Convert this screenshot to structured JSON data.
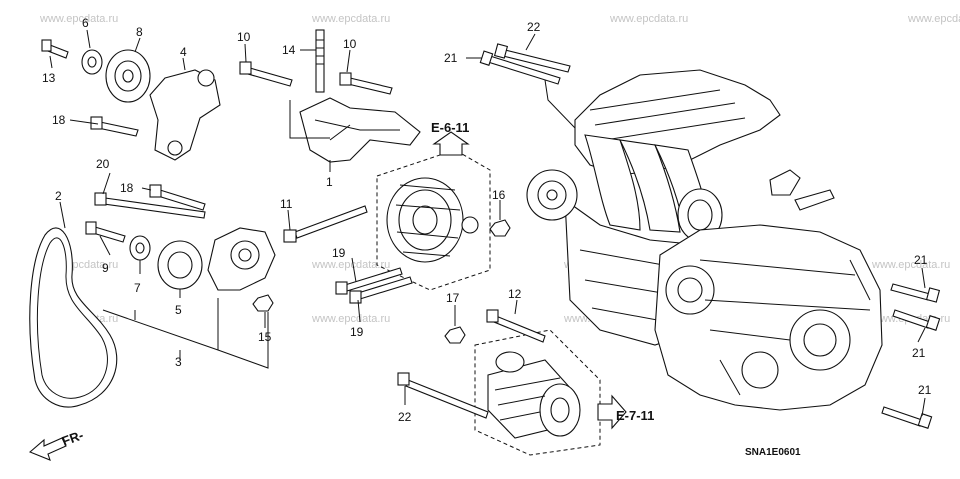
{
  "watermark": "www.epcdata.ru",
  "diagram_code": "SNA1E0601",
  "refs": {
    "e611": "E-6-11",
    "e711": "E-7-11",
    "front": "FR-"
  },
  "callouts": [
    "1",
    "2",
    "3",
    "4",
    "5",
    "6",
    "7",
    "8",
    "9",
    "10",
    "10",
    "11",
    "12",
    "13",
    "14",
    "15",
    "16",
    "17",
    "18",
    "18",
    "19",
    "19",
    "20",
    "21",
    "21",
    "21",
    "21",
    "22",
    "22"
  ]
}
